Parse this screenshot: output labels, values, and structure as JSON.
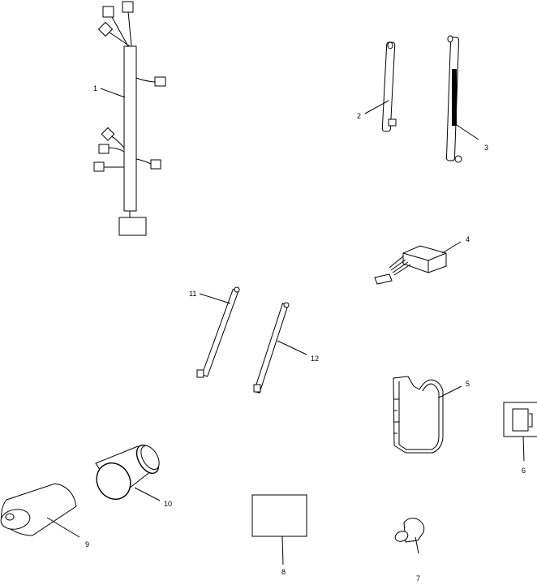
{
  "diagram": {
    "parts": [
      {
        "callout": "1"
      },
      {
        "callout": "2"
      },
      {
        "callout": "3"
      },
      {
        "callout": "4"
      },
      {
        "callout": "5"
      },
      {
        "callout": "6"
      },
      {
        "callout": "7"
      },
      {
        "callout": "8"
      },
      {
        "callout": "9"
      },
      {
        "callout": "10"
      },
      {
        "callout": "11"
      },
      {
        "callout": "12"
      }
    ]
  }
}
